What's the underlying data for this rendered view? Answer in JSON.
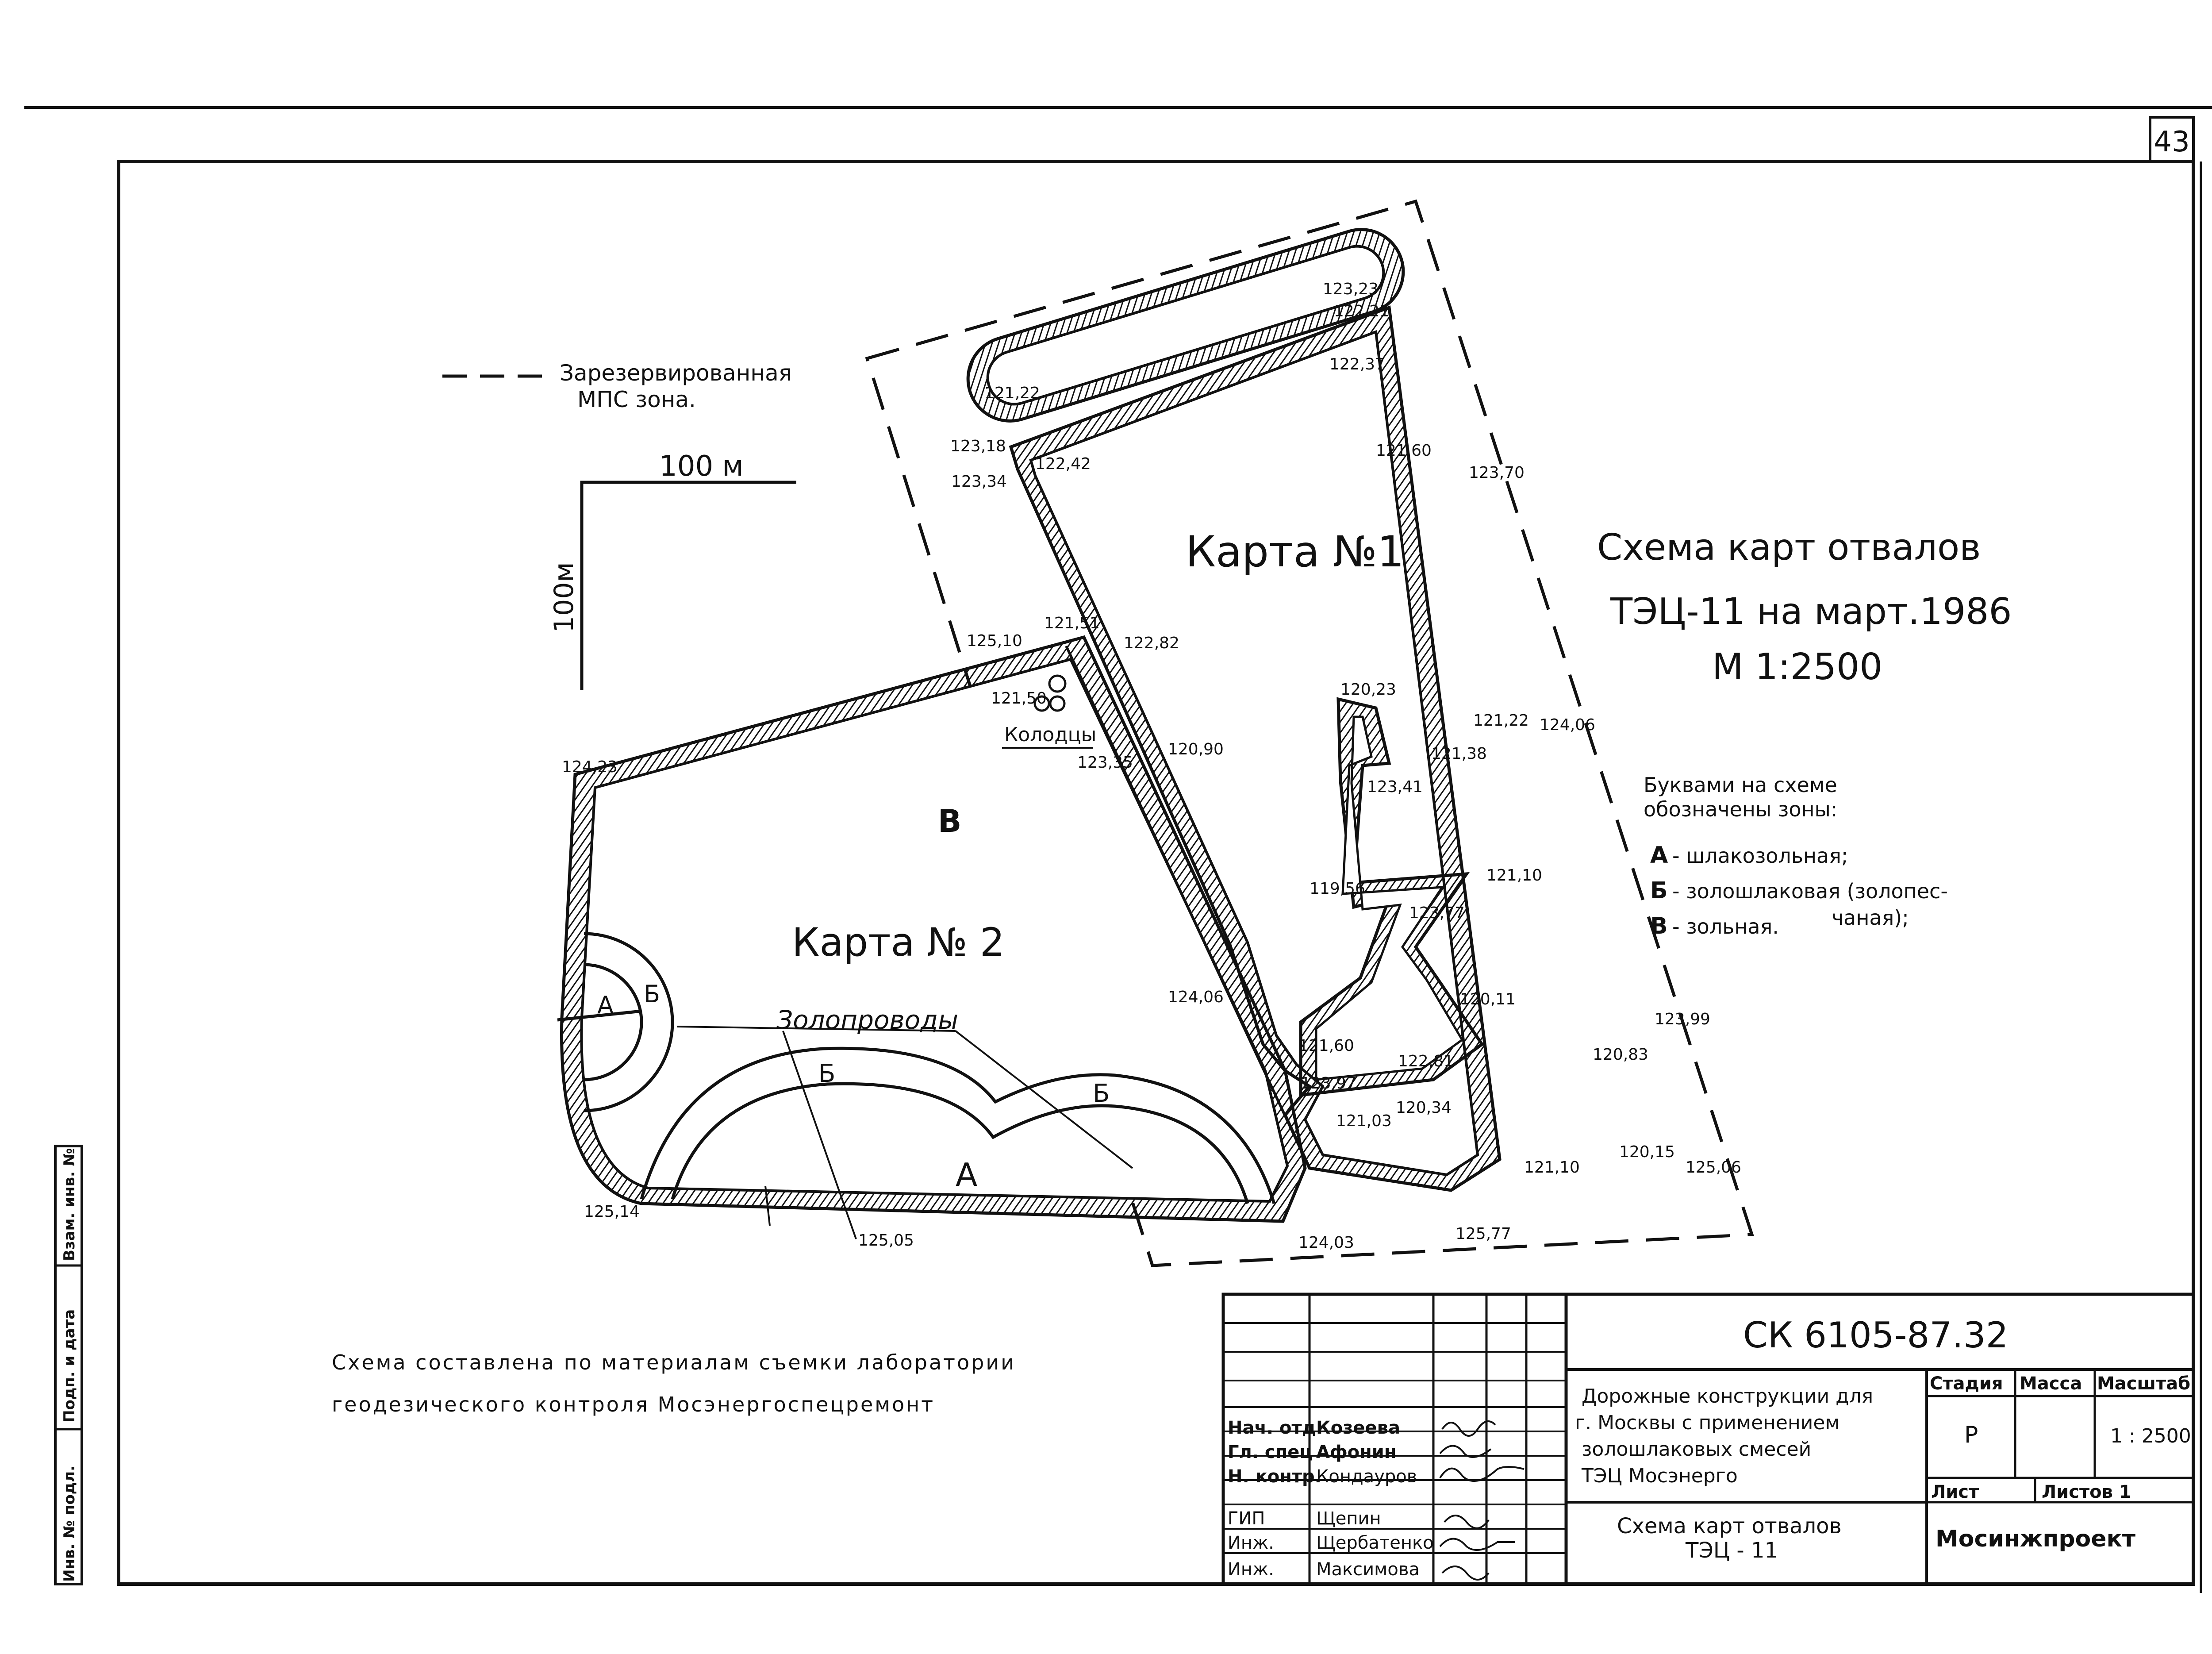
{
  "sheet": {
    "page_number": "43"
  },
  "reserved_zone": {
    "line1": "Зарезервированная",
    "line2": "МПС зона."
  },
  "scale_bar": {
    "horizontal": "100 м",
    "vertical": "100м"
  },
  "title": {
    "line1": "Схема карт отвалов",
    "line2": "ТЭЦ-11 на март.1986",
    "scale": "М 1:2500"
  },
  "legend": {
    "heading1": "Буквами на схеме",
    "heading2": "обозначены зоны:",
    "items": [
      {
        "key": "А",
        "text": "- шлакозольная;"
      },
      {
        "key": "Б",
        "text": "- золошлаковая (золопес-",
        "cont": "чаная);"
      },
      {
        "key": "В",
        "text": "- зольная."
      }
    ]
  },
  "map": {
    "karta1": "Карта №1",
    "karta2": "Карта № 2",
    "zone_v": "В",
    "zone_a_small": "А",
    "zone_b_small": "Б",
    "zone_b_arc1": "Б",
    "zone_b_arc2": "Б",
    "zone_a_arc": "А",
    "wells": "Колодцы",
    "pipelines": "Золопроводы",
    "elevations": [
      "123,23",
      "122,21",
      "122,37",
      "121,22",
      "123,18",
      "123,34",
      "122,42",
      "121,60",
      "123,70",
      "125,10",
      "121,51",
      "122,82",
      "121,50",
      "123,35",
      "120,90",
      "120,23",
      "121,22",
      "124,06",
      "121,38",
      "123,41",
      "124,23",
      "121,10",
      "119,56",
      "123,77",
      "120,11",
      "124,06",
      "123,99",
      "121,60",
      "122,81",
      "120,83",
      "123,97",
      "120,34",
      "121,03",
      "121,10",
      "120,15",
      "125,06",
      "125,14",
      "125,05",
      "124,03",
      "125,77"
    ]
  },
  "note": {
    "line1": "Схема составлена по материалам съемки лаборатории",
    "line2": "геодезического контроля Мосэнергоспецремонт"
  },
  "stamp": {
    "code": "СК 6105-87.32",
    "description": [
      "Дорожные конструкции для",
      "г. Москвы с применением",
      "золошлаковых смесей",
      "ТЭЦ   Мосэнерго"
    ],
    "sheet_title": [
      "Схема карт отвалов",
      "ТЭЦ - 11"
    ],
    "headers": {
      "stage": "Стадия",
      "mass": "Масса",
      "scale": "Масштаб"
    },
    "stage_value": "Р",
    "scale_value": "1 : 2500",
    "sheet_label": "Лист",
    "sheets_label": "Листов 1",
    "organization": "Мосинжпроект",
    "people": [
      {
        "role": "Нач. отд.",
        "name": "Козеева"
      },
      {
        "role": "Гл. спец",
        "name": "Афонин"
      },
      {
        "role": "Н. контр.",
        "name": "Кондауров"
      },
      {
        "role": "ГИП",
        "name": "Щепин"
      },
      {
        "role": "Инж.",
        "name": "Щербатенко"
      },
      {
        "role": "Инж.",
        "name": "Максимова"
      }
    ]
  },
  "side_strip": [
    "Взам. инв. №",
    "Подп. и дата",
    "Инв. № подл."
  ]
}
